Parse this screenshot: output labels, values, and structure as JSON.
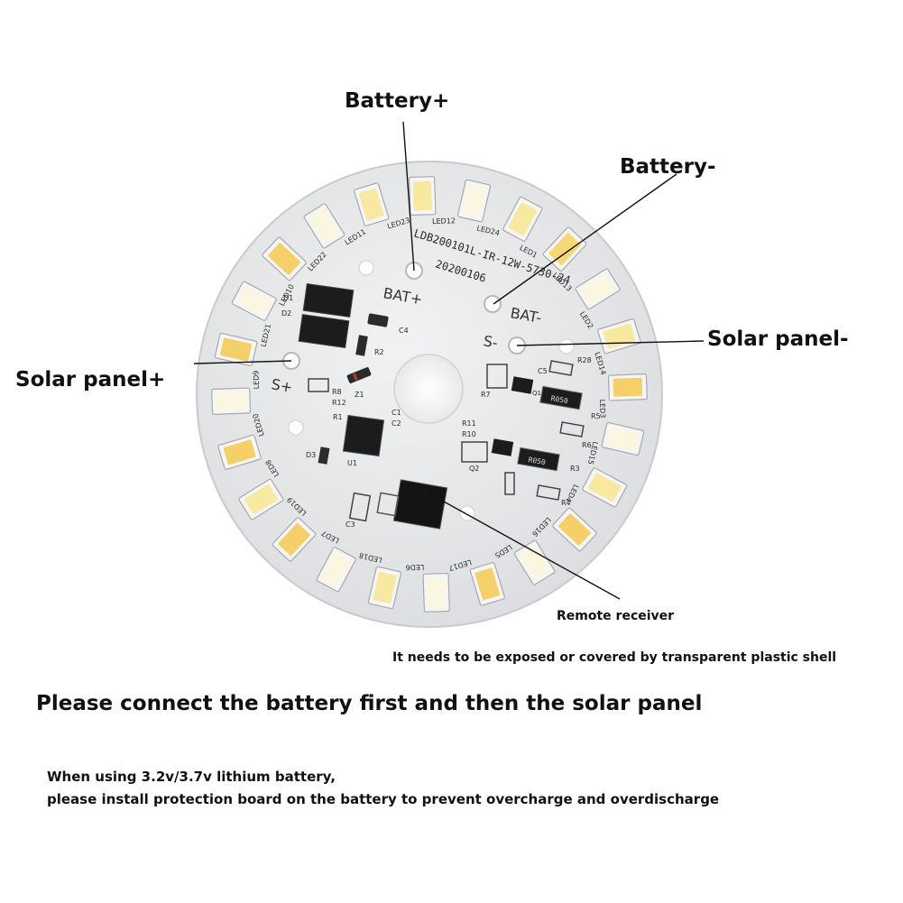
{
  "labels": {
    "battery_plus": "Battery+",
    "battery_minus": "Battery-",
    "solar_minus": "Solar panel-",
    "solar_plus": "Solar panel+",
    "remote_receiver": "Remote receiver",
    "exposure_note": "It needs to be exposed or covered by transparent plastic shell",
    "instruction": "Please connect the battery first and then the solar panel",
    "warning_line1": "When using 3.2v/3.7v lithium battery,",
    "warning_line2": "please install protection board on the battery to prevent overcharge and overdischarge"
  },
  "board": {
    "model": "LDB200101L-IR-12W-5730-24",
    "date": "20200106",
    "pads": {
      "bat_plus": "BAT+",
      "bat_minus": "BAT-",
      "s_plus": "S+",
      "s_minus": "S-"
    },
    "components": {
      "d1": "D1",
      "d2": "D2",
      "c4": "C4",
      "r2": "R2",
      "z1": "Z1",
      "r12": "R12",
      "r8": "R8",
      "c1": "C1",
      "c2": "C2",
      "r1": "R1",
      "u1": "U1",
      "d3": "D3",
      "c3": "C3",
      "r28": "R28",
      "c5": "C5",
      "r7": "R7",
      "r5": "R5",
      "r6": "R6",
      "r3": "R3",
      "r4": "R4",
      "q1": "Q1",
      "q2": "Q2",
      "r11": "R11",
      "r10": "R10"
    },
    "resistor_codes": {
      "top": "R050",
      "bottom": "R050"
    },
    "leds": [
      {
        "name": "LED12",
        "color": "#f7e9a0"
      },
      {
        "name": "LED24",
        "color": "#fbf6df"
      },
      {
        "name": "LED1",
        "color": "#f7e9a0"
      },
      {
        "name": "LED13",
        "color": "#f7d677"
      },
      {
        "name": "LED2",
        "color": "#fbf6df"
      },
      {
        "name": "LED14",
        "color": "#f7e9a0"
      },
      {
        "name": "LED3",
        "color": "#f5d06a"
      },
      {
        "name": "LED15",
        "color": "#fbf6df"
      },
      {
        "name": "LED4",
        "color": "#f7e9a0"
      },
      {
        "name": "LED16",
        "color": "#f5d06a"
      },
      {
        "name": "LED5",
        "color": "#fbf6df"
      },
      {
        "name": "LED17",
        "color": "#f5d06a"
      },
      {
        "name": "LED6",
        "color": "#fbf6df"
      },
      {
        "name": "LED18",
        "color": "#f7e9a0"
      },
      {
        "name": "LED7",
        "color": "#fbf6df"
      },
      {
        "name": "LED19",
        "color": "#f5d06a"
      },
      {
        "name": "LED8",
        "color": "#f7e9a0"
      },
      {
        "name": "LED20",
        "color": "#f5d06a"
      },
      {
        "name": "LED9",
        "color": "#fbf6df"
      },
      {
        "name": "LED21",
        "color": "#f5d06a"
      },
      {
        "name": "LED10",
        "color": "#fbf6df"
      },
      {
        "name": "LED22",
        "color": "#f5d06a"
      },
      {
        "name": "LED11",
        "color": "#fbf6df"
      },
      {
        "name": "LED23",
        "color": "#f7e9a0"
      }
    ]
  },
  "colors": {
    "pcb": "#e6e7e8",
    "pcb_edge": "#c9cacc",
    "silkscreen": "#2a2a2a",
    "component": "#1c1c1c",
    "pad": "#c7c7c7"
  }
}
